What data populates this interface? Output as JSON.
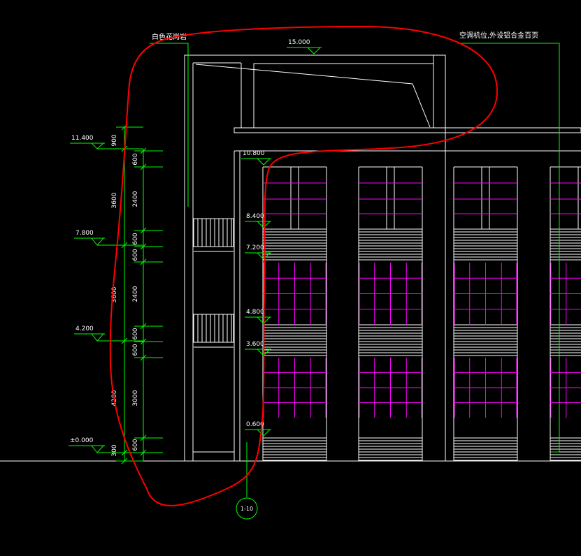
{
  "colors": {
    "background": "#000000",
    "outline": "#ffffff",
    "dimension": "#00ff00",
    "window_mullion": "#ff00ff",
    "markup": "#ff0000"
  },
  "annotations": {
    "roof_sign": "白色花岗岩",
    "ac_note": "空调机位,外设铝合金百页",
    "grid_axis": "1-10"
  },
  "left_levels": [
    {
      "key": "l11400",
      "label": "11.400"
    },
    {
      "key": "l7800",
      "label": "7.800"
    },
    {
      "key": "l4200",
      "label": "4.200"
    },
    {
      "key": "l0000",
      "label": "±0.000"
    }
  ],
  "facade_levels": [
    {
      "key": "f15000",
      "label": "15.000"
    },
    {
      "key": "f10800",
      "label": "10.800"
    },
    {
      "key": "f8400",
      "label": "8.400"
    },
    {
      "key": "f7200",
      "label": "7.200"
    },
    {
      "key": "f4800",
      "label": "4.800"
    },
    {
      "key": "f3600",
      "label": "3.600"
    },
    {
      "key": "f0600",
      "label": "0.600"
    }
  ],
  "dimensions": {
    "outer": [
      {
        "key": "o900",
        "label": "900"
      },
      {
        "key": "o3600a",
        "label": "3600"
      },
      {
        "key": "o3600b",
        "label": "3600"
      },
      {
        "key": "o4200",
        "label": "4200"
      },
      {
        "key": "o300",
        "label": "300"
      }
    ],
    "inner": [
      {
        "key": "i600a",
        "label": "600"
      },
      {
        "key": "i2400a",
        "label": "2400"
      },
      {
        "key": "i600b",
        "label": "600"
      },
      {
        "key": "i600c",
        "label": "600"
      },
      {
        "key": "i2400b",
        "label": "2400"
      },
      {
        "key": "i600d",
        "label": "600"
      },
      {
        "key": "i600e",
        "label": "600"
      },
      {
        "key": "i3000",
        "label": "3000"
      },
      {
        "key": "i600f",
        "label": "600"
      }
    ]
  }
}
